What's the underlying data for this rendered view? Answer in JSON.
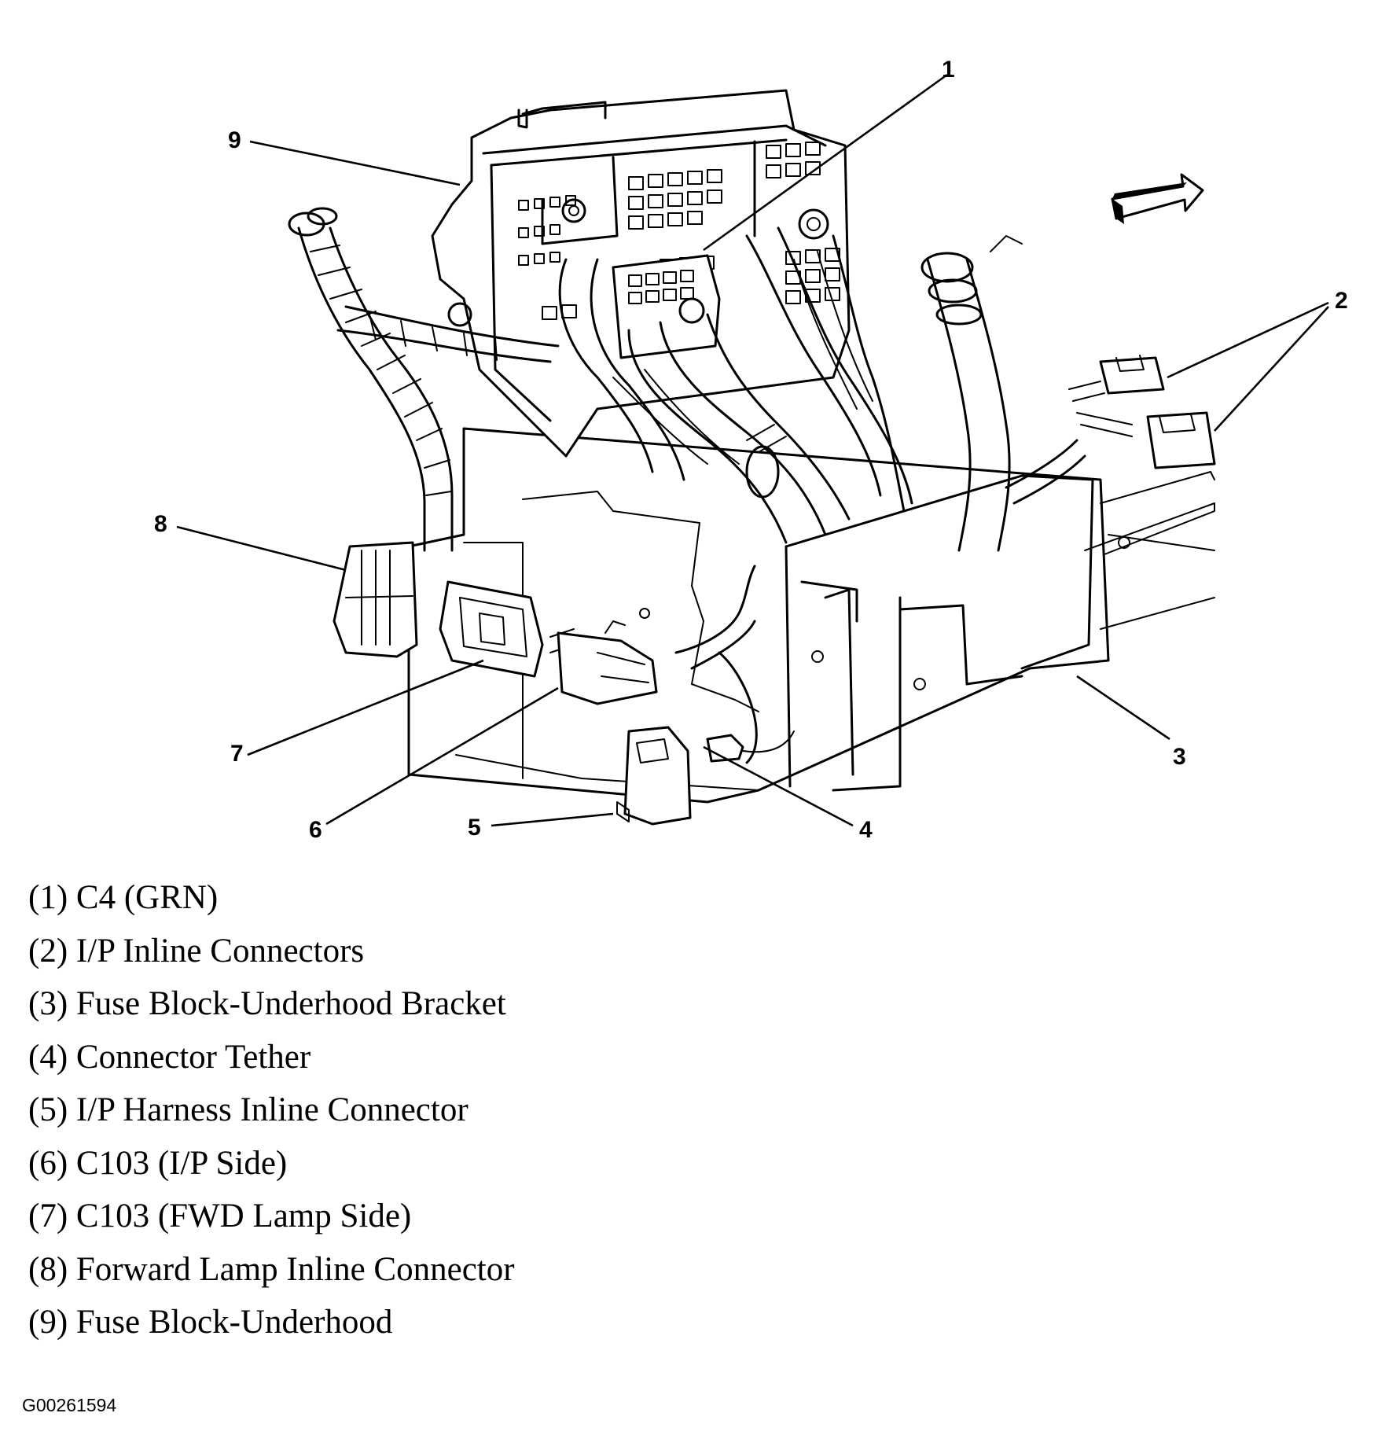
{
  "figure": {
    "callouts": [
      "1",
      "2",
      "3",
      "4",
      "5",
      "6",
      "7",
      "8",
      "9"
    ],
    "figure_id": "G00261594",
    "icons": {
      "direction_arrow": "forward-direction-arrow-icon"
    }
  },
  "legend": {
    "items": [
      "(1) C4 (GRN)",
      "(2) I/P Inline Connectors",
      "(3) Fuse Block-Underhood Bracket",
      "(4) Connector Tether",
      "(5) I/P Harness Inline Connector",
      "(6) C103 (I/P Side)",
      "(7) C103 (FWD Lamp Side)",
      "(8) Forward Lamp Inline Connector",
      "(9) Fuse Block-Underhood"
    ]
  }
}
